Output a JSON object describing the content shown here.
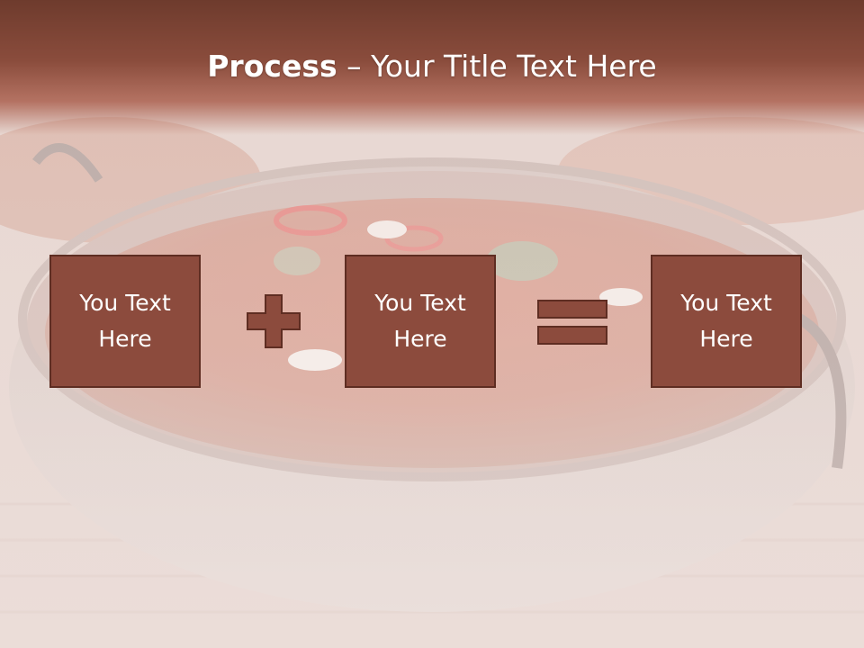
{
  "slide": {
    "title_bold": "Process",
    "title_rest": " – Your Title Text Here"
  },
  "process": {
    "boxes": [
      {
        "label": "You Text Here"
      },
      {
        "label": "You Text Here"
      },
      {
        "label": "You Text Here"
      }
    ],
    "operators": [
      "plus-icon",
      "equals-icon"
    ]
  },
  "colors": {
    "box_fill": "#8c4b3d",
    "box_border": "#5e2d22",
    "header": "#7a4233",
    "text": "#ffffff"
  }
}
